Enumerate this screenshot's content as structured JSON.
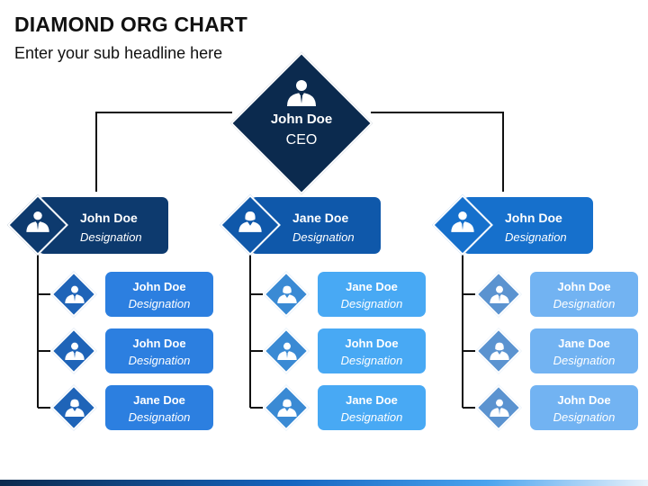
{
  "title": "DIAMOND ORG CHART",
  "subtitle": "Enter your sub headline here",
  "ceo": {
    "name": "John Doe",
    "role": "CEO"
  },
  "managers": [
    {
      "name": "John Doe",
      "designation": "Designation",
      "color": "#0d3a6e",
      "gender": "male"
    },
    {
      "name": "Jane Doe",
      "designation": "Designation",
      "color": "#0f58aa",
      "gender": "female"
    },
    {
      "name": "John Doe",
      "designation": "Designation",
      "color": "#1670cc",
      "gender": "male"
    }
  ],
  "subordinates": [
    {
      "color": "#2c7fe0",
      "members": [
        {
          "name": "John Doe",
          "designation": "Designation",
          "gender": "male"
        },
        {
          "name": "John Doe",
          "designation": "Designation",
          "gender": "male"
        },
        {
          "name": "Jane Doe",
          "designation": "Designation",
          "gender": "female"
        }
      ]
    },
    {
      "color": "#48a9f4",
      "members": [
        {
          "name": "Jane Doe",
          "designation": "Designation",
          "gender": "female"
        },
        {
          "name": "John Doe",
          "designation": "Designation",
          "gender": "male"
        },
        {
          "name": "Jane Doe",
          "designation": "Designation",
          "gender": "female"
        }
      ]
    },
    {
      "color": "#72b3f2",
      "members": [
        {
          "name": "John Doe",
          "designation": "Designation",
          "gender": "male"
        },
        {
          "name": "Jane Doe",
          "designation": "Designation",
          "gender": "female"
        },
        {
          "name": "John Doe",
          "designation": "Designation",
          "gender": "male"
        }
      ]
    }
  ],
  "sub_diamond_colors": [
    "#1f64b8",
    "#3a8ad4",
    "#5b93d0"
  ]
}
